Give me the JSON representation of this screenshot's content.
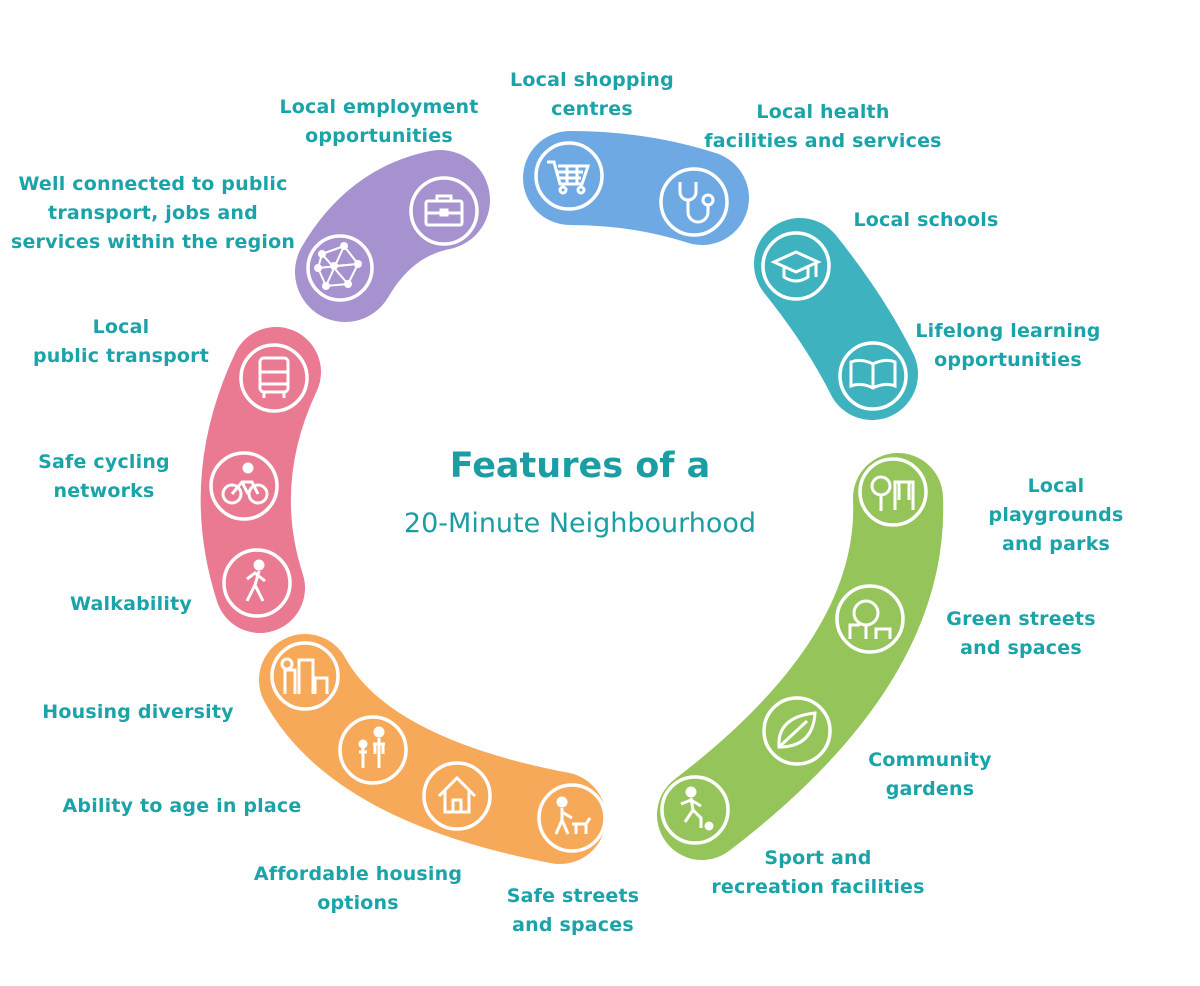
{
  "title": {
    "line1": "Features of a",
    "line2": "20-Minute Neighbourhood"
  },
  "colors": {
    "purple": "#a592cf",
    "blue": "#6fa9e3",
    "teal": "#3fb2bf",
    "green": "#95c45a",
    "orange": "#f7a95a",
    "pink": "#ea7a91",
    "text": "#1aa3a8"
  },
  "groups": [
    {
      "name": "employment-connectivity",
      "color": "purple",
      "features": [
        {
          "label": "Local employment\nopportunities",
          "icon": "briefcase-icon"
        },
        {
          "label": "Well connected to public\ntransport, jobs and\nservices within the region",
          "icon": "network-globe-icon"
        }
      ]
    },
    {
      "name": "shopping-health",
      "color": "blue",
      "features": [
        {
          "label": "Local shopping\ncentres",
          "icon": "shopping-cart-icon"
        },
        {
          "label": "Local health\nfacilities and services",
          "icon": "stethoscope-icon"
        }
      ]
    },
    {
      "name": "education",
      "color": "teal",
      "features": [
        {
          "label": "Local schools",
          "icon": "graduation-cap-icon"
        },
        {
          "label": "Lifelong learning\nopportunities",
          "icon": "open-book-icon"
        }
      ]
    },
    {
      "name": "green-space",
      "color": "green",
      "features": [
        {
          "label": "Local playgrounds\nand parks",
          "icon": "playground-icon"
        },
        {
          "label": "Green streets\nand spaces",
          "icon": "trees-icon"
        },
        {
          "label": "Community\ngardens",
          "icon": "leaf-icon"
        },
        {
          "label": "Sport and\nrecreation facilities",
          "icon": "soccer-player-icon"
        }
      ]
    },
    {
      "name": "housing-safety",
      "color": "orange",
      "features": [
        {
          "label": "Safe streets\nand spaces",
          "icon": "person-walking-dog-icon"
        },
        {
          "label": "Affordable housing\noptions",
          "icon": "house-icon"
        },
        {
          "label": "Ability to age in place",
          "icon": "family-icon"
        },
        {
          "label": "Housing diversity",
          "icon": "buildings-icon"
        }
      ]
    },
    {
      "name": "active-transport",
      "color": "pink",
      "features": [
        {
          "label": "Walkability",
          "icon": "pedestrian-icon"
        },
        {
          "label": "Safe cycling\nnetworks",
          "icon": "cyclist-icon"
        },
        {
          "label": "Local\npublic transport",
          "icon": "bus-icon"
        }
      ]
    }
  ]
}
